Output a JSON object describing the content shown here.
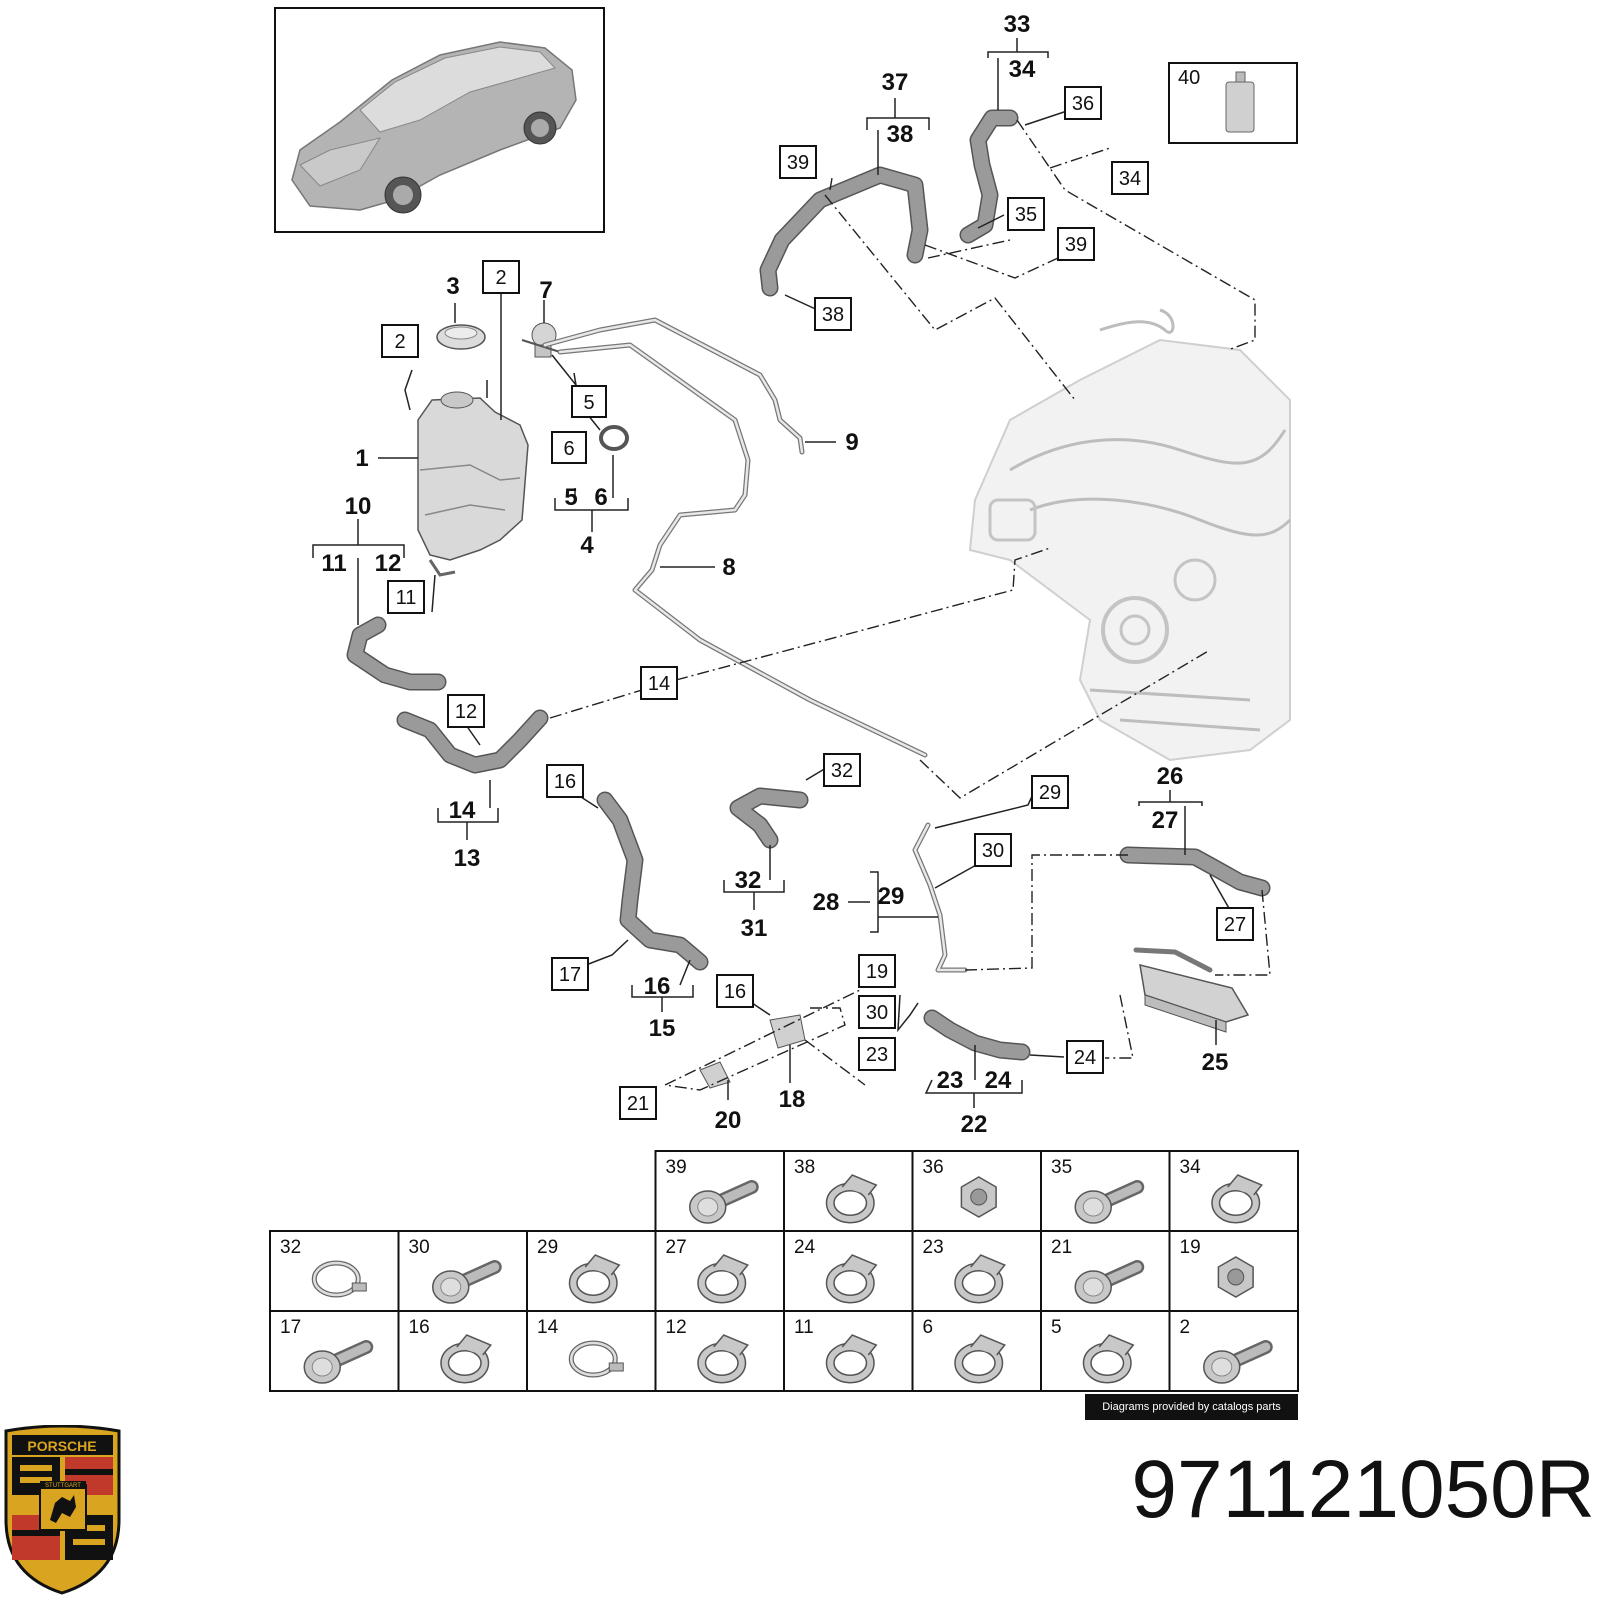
{
  "callouts": {
    "c1": "1",
    "c2a": "2",
    "c2b": "2",
    "c3": "3",
    "c4": "4",
    "c5": "5",
    "c5b": "5",
    "c6": "6",
    "c6b": "6",
    "c7": "7",
    "c8": "8",
    "c9": "9",
    "c10": "10",
    "c11": "11",
    "c11b": "11",
    "c12": "12",
    "c12b": "12",
    "c13": "13",
    "c14": "14",
    "c14b": "14",
    "c15": "15",
    "c16": "16",
    "c16a": "16",
    "c16b": "16",
    "c17": "17",
    "c18": "18",
    "c19": "19",
    "c20": "20",
    "c21": "21",
    "c22": "22",
    "c23": "23",
    "c23b": "23",
    "c24": "24",
    "c24b": "24",
    "c25": "25",
    "c26": "26",
    "c27": "27",
    "c27b": "27",
    "c28": "28",
    "c29": "29",
    "c29b": "29",
    "c30a": "30",
    "c30b": "30",
    "c31": "31",
    "c32": "32",
    "c32b": "32",
    "c33": "33",
    "c34": "34",
    "c34b": "34",
    "c35": "35",
    "c36": "36",
    "c37": "37",
    "c38": "38",
    "c38b": "38",
    "c39a": "39",
    "c39b": "39",
    "c40": "40"
  },
  "hardware_table": {
    "row1": [
      {
        "number": "39",
        "icon": "bolt-icon"
      },
      {
        "number": "38",
        "icon": "hose-clamp-icon"
      },
      {
        "number": "36",
        "icon": "hex-nut-icon"
      },
      {
        "number": "35",
        "icon": "bolt-icon"
      },
      {
        "number": "34",
        "icon": "hose-clamp-icon"
      }
    ],
    "row2": [
      {
        "number": "32",
        "icon": "worm-clamp-icon"
      },
      {
        "number": "30",
        "icon": "bolt-icon"
      },
      {
        "number": "29",
        "icon": "hose-clamp-icon"
      },
      {
        "number": "27",
        "icon": "hose-clamp-icon"
      },
      {
        "number": "24",
        "icon": "hose-clamp-icon"
      },
      {
        "number": "23",
        "icon": "hose-clamp-icon"
      },
      {
        "number": "21",
        "icon": "bolt-icon"
      },
      {
        "number": "19",
        "icon": "hex-nut-icon"
      }
    ],
    "row3": [
      {
        "number": "17",
        "icon": "bolt-icon"
      },
      {
        "number": "16",
        "icon": "hose-clamp-icon"
      },
      {
        "number": "14",
        "icon": "worm-clamp-icon"
      },
      {
        "number": "12",
        "icon": "hose-clamp-icon"
      },
      {
        "number": "11",
        "icon": "hose-clamp-icon"
      },
      {
        "number": "6",
        "icon": "hose-clamp-icon"
      },
      {
        "number": "5",
        "icon": "hose-clamp-icon"
      },
      {
        "number": "2",
        "icon": "bolt-icon"
      }
    ]
  },
  "credit": "Diagrams provided by catalogs parts",
  "part_number": "971121050R",
  "logo": {
    "brand_text": "PORSCHE",
    "city_text": "STUTTGART",
    "colors": {
      "gold": "#d9a520",
      "red": "#c0392b",
      "black": "#111111"
    }
  }
}
